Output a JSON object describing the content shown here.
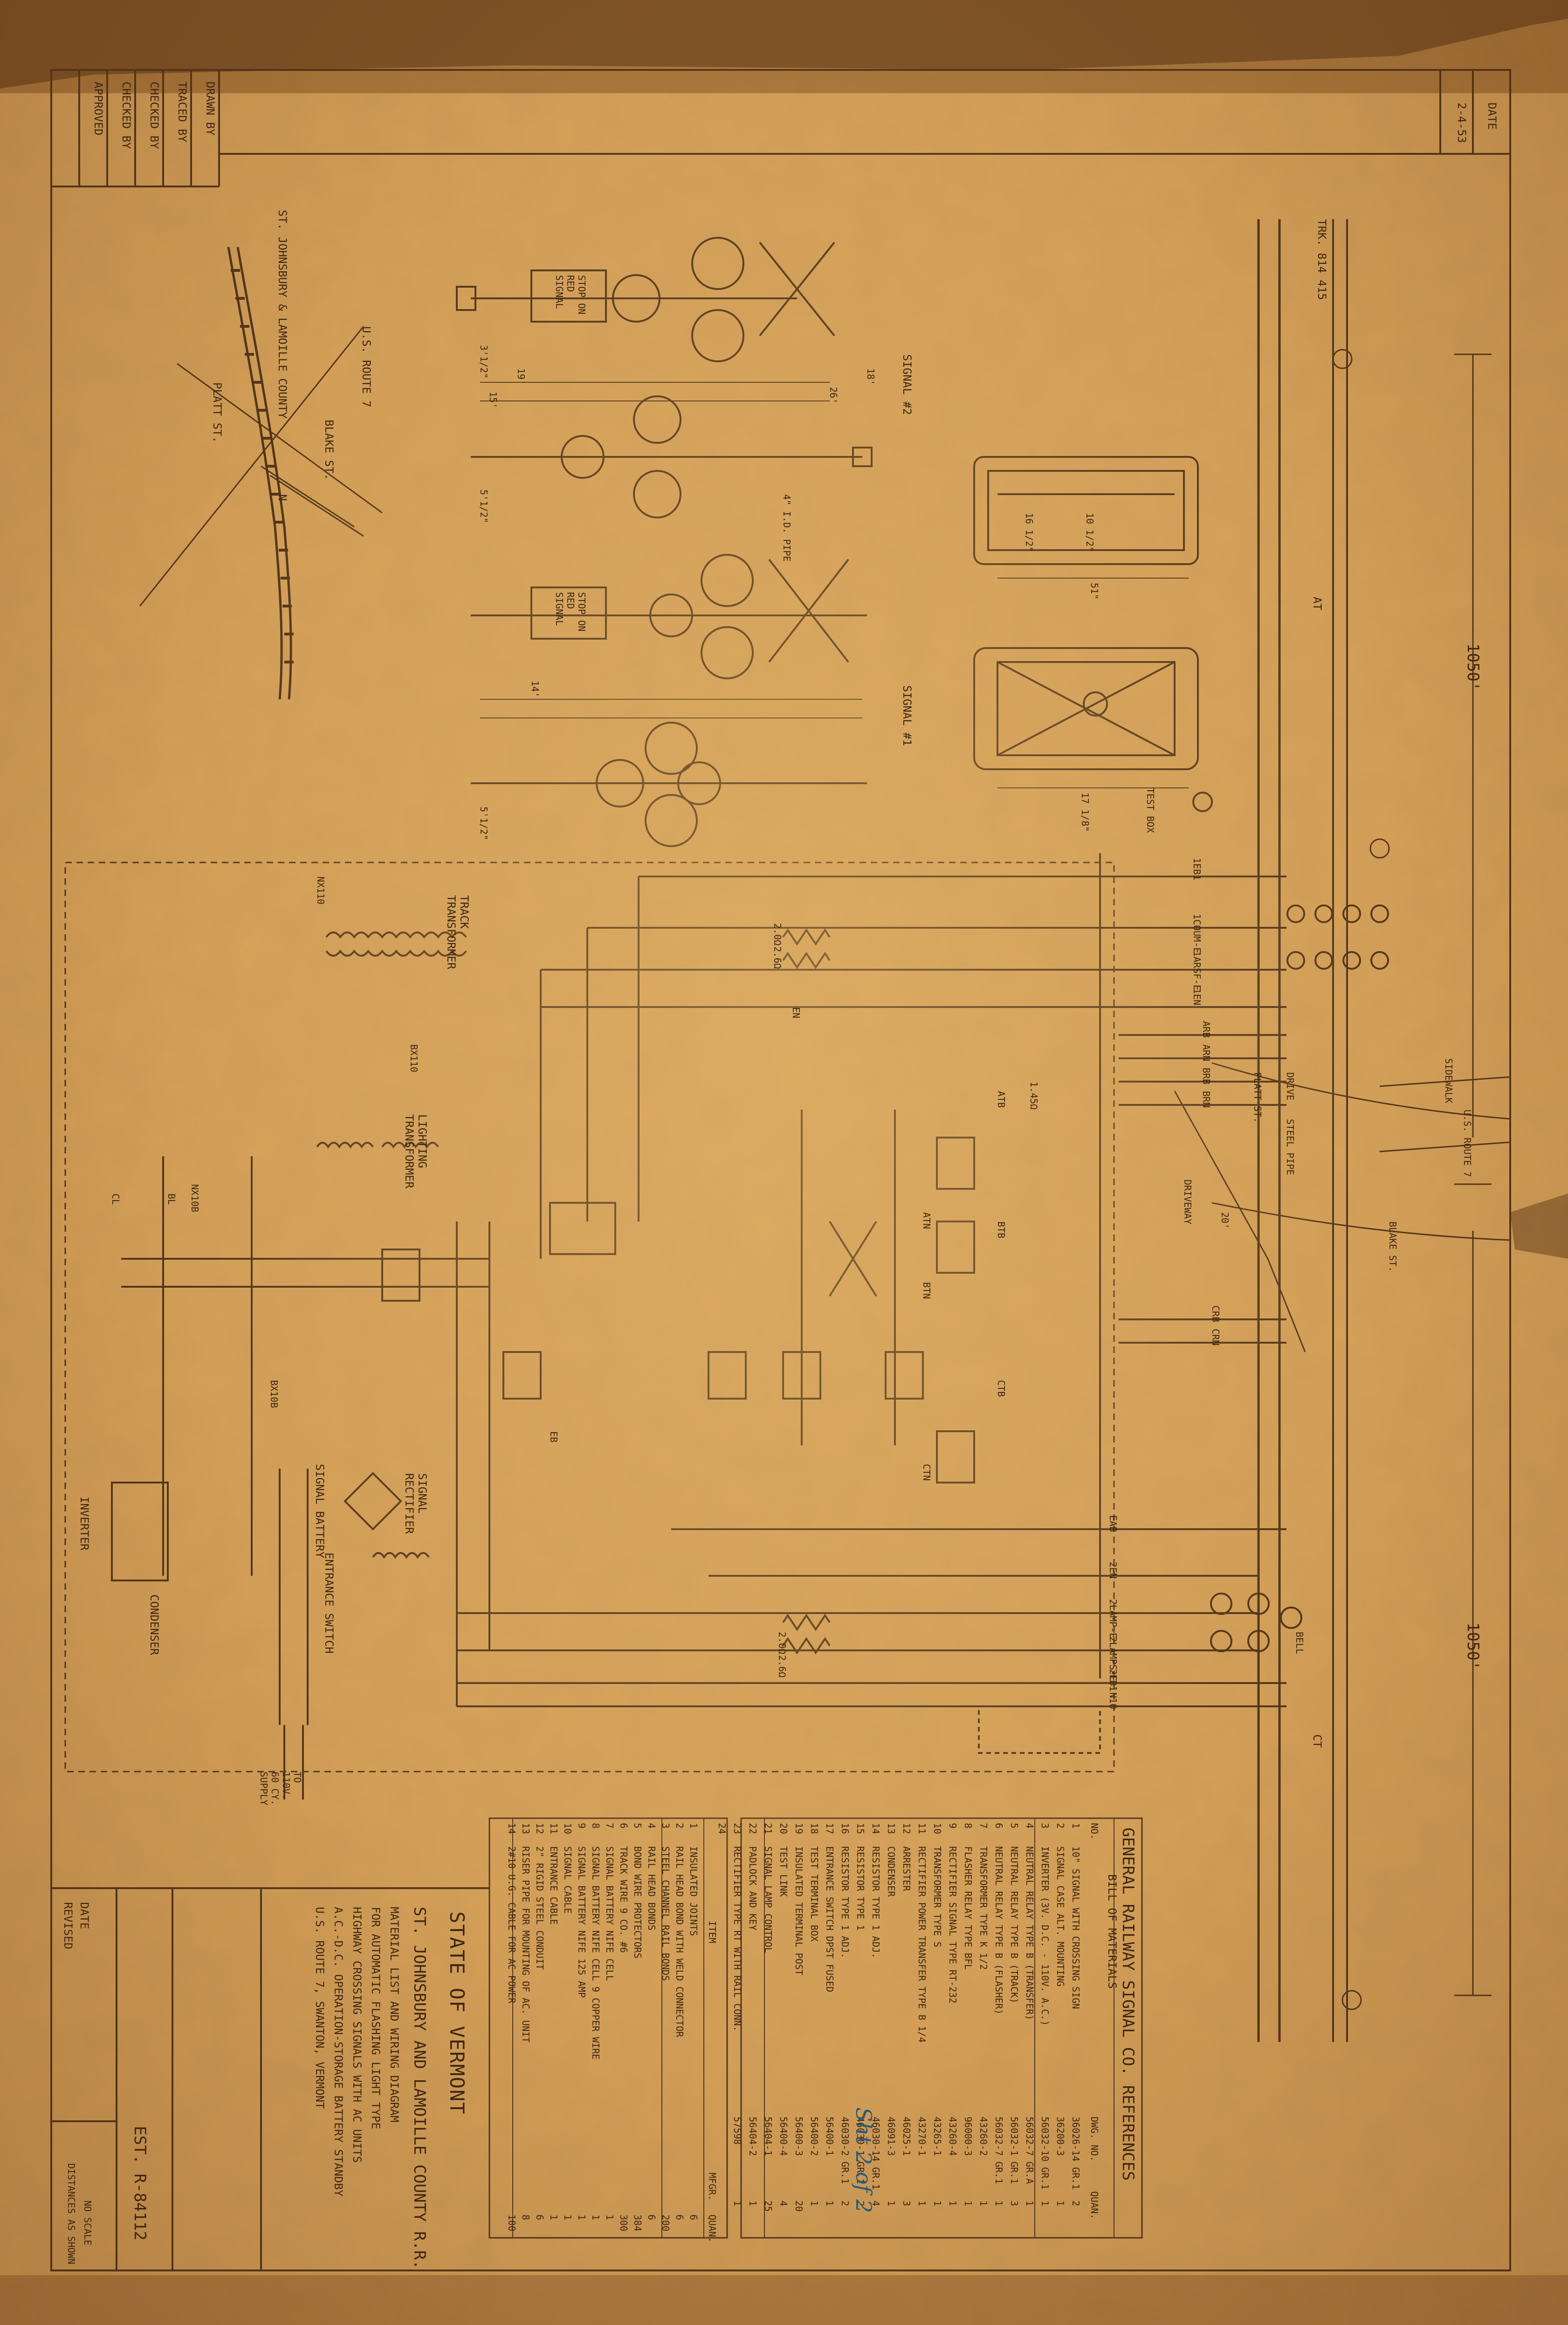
{
  "title_block": {
    "drawn_by": "DRAWN BY",
    "traced_by": "TRACED BY",
    "checked_by": "CHECKED BY",
    "checked_by_2": "CHECKED BY",
    "approved": "APPROVED",
    "date": "DATE",
    "date_value": "2-4-53",
    "state": "STATE OF VERMONT",
    "railroad": "ST. JOHNSBURY AND LAMOILLE COUNTY R.R.",
    "description": [
      "MATERIAL LIST AND WIRING DIAGRAM",
      "FOR AUTOMATIC FLASHING LIGHT TYPE",
      "HIGHWAY CROSSING SIGNALS WITH AC UNITS",
      "A.C.-D.C. OPERATION-STORAGE BATTERY STANDBY",
      "U.S. ROUTE 7, SWANTON, VERMONT"
    ],
    "date_label": "DATE",
    "revised": "REVISED",
    "est": "EST. R-84112",
    "no_scale": "NO SCALE",
    "distances": "DISTANCES AS SHOWN",
    "sheet_note": "Sht 2 of 2"
  },
  "site_plan": {
    "railroad_label": "ST. JOHNSBURY & LAMOILLE COUNTY",
    "route": "U.S. ROUTE 7",
    "platt_st": "PLATT ST.",
    "blake_st": "BLAKE ST.",
    "north": "N"
  },
  "signals": {
    "signal_2": "SIGNAL #2",
    "signal_1": "SIGNAL #1",
    "stop_on_red": "STOP ON RED SIGNAL",
    "pipe": "4\" I.D. PIPE",
    "dims": [
      "3'1/2\"",
      "19'",
      "15'",
      "14'",
      "26'",
      "18'",
      "5'1/2\"",
      "5'1/2\""
    ]
  },
  "housing": {
    "dims": [
      "16 1/2\"",
      "10 1/2\"",
      "51\"",
      "17 1/8\""
    ],
    "test_box": "TEST BOX"
  },
  "track": {
    "vertical_label": "TRK. 814 415",
    "distance_1": "1050'",
    "distance_2": "1050'",
    "at": "AT",
    "ct": "CT",
    "bell": "BELL",
    "drive": "DRIVE",
    "driveway": "DRIVEWAY",
    "sidewalk": "SIDEWALK",
    "route_7": "U.S. ROUTE 7",
    "platt_st": "PLATT ST.",
    "blake_st": "BLAKE ST.",
    "steel_pipe": "STEEL PIPE",
    "twenty": "20'"
  },
  "wiring": {
    "track_transformer": "TRACK TRANSFORMER",
    "lighting_transformer": "LIGHTING TRANSFORMER",
    "signal_rectifier": "SIGNAL RECTIFIER",
    "entrance_switch": "ENTRANCE SWITCH",
    "signal_battery": "SIGNAL BATTERY",
    "inverter": "INVERTER",
    "condenser": "CONDENSER",
    "to_supply": "TO 110V. 60 CY. SUPPLY",
    "wire_labels": [
      "1EB1",
      "1COUM-E",
      "1ARSF-E",
      "1EN",
      "ARB",
      "ARN",
      "BRB",
      "BRN",
      "CRB",
      "CRN",
      "EAB",
      "2EN",
      "2LAMP-E",
      "2LAMPS-E",
      "2EB1",
      "N10",
      "NX110",
      "BX110",
      "NX10B",
      "BX10B",
      "BL",
      "CL",
      "EB",
      "EN",
      "ATB",
      "BTB",
      "CTB",
      "ATN",
      "BTN",
      "CTN"
    ],
    "resistors": [
      "2.0Ω",
      "2.6Ω",
      "2.0Ω",
      "2.6Ω",
      "1.45Ω"
    ]
  },
  "bill_of_materials": {
    "header": "GENERAL RAILWAY SIGNAL CO. REFERENCES",
    "title": "BILL OF MATERIALS",
    "columns": [
      "NO.",
      "ITEM",
      "DWG. NO.",
      "QUAN."
    ],
    "rows": [
      [
        "1",
        "10\" SIGNAL WITH CROSSING SIGN",
        "36026-14 GR.1",
        "2"
      ],
      [
        "2",
        "SIGNAL CASE ALT. MOUNTING",
        "36200-3",
        "1"
      ],
      [
        "3",
        "INVERTER (3V. D.C. - 110V. A.C.)",
        "56032-10 GR.1",
        "1"
      ],
      [
        "4",
        "NEUTRAL RELAY TYPE B (TRANSFER)",
        "56032-7 GR.A",
        "1"
      ],
      [
        "5",
        "NEUTRAL RELAY TYPE B (TRACK)",
        "56032-1 GR.1",
        "3"
      ],
      [
        "6",
        "NEUTRAL RELAY TYPE B (FLASHER)",
        "56032-7 GR.1",
        "1"
      ],
      [
        "7",
        "TRANSFORMER TYPE K 1/2",
        "43260-2",
        "1"
      ],
      [
        "8",
        "FLASHER RELAY TYPE BFL",
        "96000-3",
        "1"
      ],
      [
        "9",
        "RECTIFIER SIGNAL TYPE RT-232",
        "43260-4",
        "1"
      ],
      [
        "10",
        "TRANSFORMER TYPE S",
        "43265-1",
        "1"
      ],
      [
        "11",
        "RECTIFIER POWER TRANSFER TYPE B 1/4",
        "43270-1",
        "1"
      ],
      [
        "12",
        "ARRESTER",
        "46025-1",
        "3"
      ],
      [
        "13",
        "CONDENSER",
        "46091-3",
        "1"
      ],
      [
        "14",
        "RESISTOR TYPE 1 ADJ.",
        "46030-14 GR.1",
        "4"
      ],
      [
        "15",
        "RESISTOR TYPE 1",
        "46030-1 GR.1",
        "2"
      ],
      [
        "16",
        "RESISTOR TYPE 1 ADJ.",
        "46030-2 GR.1",
        "2"
      ],
      [
        "17",
        "ENTRANCE SWITCH DPST FUSED",
        "56400-1",
        "1"
      ],
      [
        "18",
        "TEST TERMINAL BOX",
        "56400-2",
        "1"
      ],
      [
        "19",
        "INSULATED TERMINAL POST",
        "56400-3",
        "20"
      ],
      [
        "20",
        "TEST LINK",
        "56400-4",
        "4"
      ],
      [
        "21",
        "SIGNAL LAMP CONTROL",
        "56404-1",
        "25"
      ],
      [
        "22",
        "PADLOCK AND KEY",
        "56404-2",
        "1"
      ],
      [
        "23",
        "RECTIFIER TYPE RT WITH RAIL CONN.",
        "57598",
        "1"
      ],
      [
        "24",
        "",
        "",
        ""
      ]
    ]
  },
  "railroad_materials": {
    "title": "ITEM",
    "columns": [
      "",
      "ITEM",
      "MFGR.",
      "QUAN."
    ],
    "rows": [
      [
        "1",
        "INSULATED JOINTS",
        "",
        "6"
      ],
      [
        "2",
        "RAIL HEAD BOND WITH WELD CONNECTOR",
        "",
        "6"
      ],
      [
        "3",
        "STEEL CHANNEL RAIL BONDS",
        "",
        "200"
      ],
      [
        "4",
        "RAIL HEAD BONDS",
        "",
        "6"
      ],
      [
        "5",
        "BOND WIRE PROTECTORS",
        "",
        "384"
      ],
      [
        "6",
        "TRACK WIRE 9 CO. #6",
        "",
        "300"
      ],
      [
        "7",
        "SIGNAL BATTERY NIFE CELL",
        "",
        "1"
      ],
      [
        "8",
        "SIGNAL BATTERY NIFE CELL 9 COPPER WIRE",
        "",
        "1"
      ],
      [
        "9",
        "SIGNAL BATTERY NIFE 125 AMP",
        "",
        "1"
      ],
      [
        "10",
        "SIGNAL CABLE",
        "",
        "1"
      ],
      [
        "11",
        "ENTRANCE CABLE",
        "",
        "1"
      ],
      [
        "12",
        "2\" RIGID STEEL CONDUIT",
        "",
        "6"
      ],
      [
        "13",
        "RISER PIPE FOR MOUNTING OF AC. UNIT",
        "",
        "8"
      ],
      [
        "14",
        "2#10 U.G. CABLE FOR AC POWER",
        "",
        "100"
      ]
    ]
  }
}
